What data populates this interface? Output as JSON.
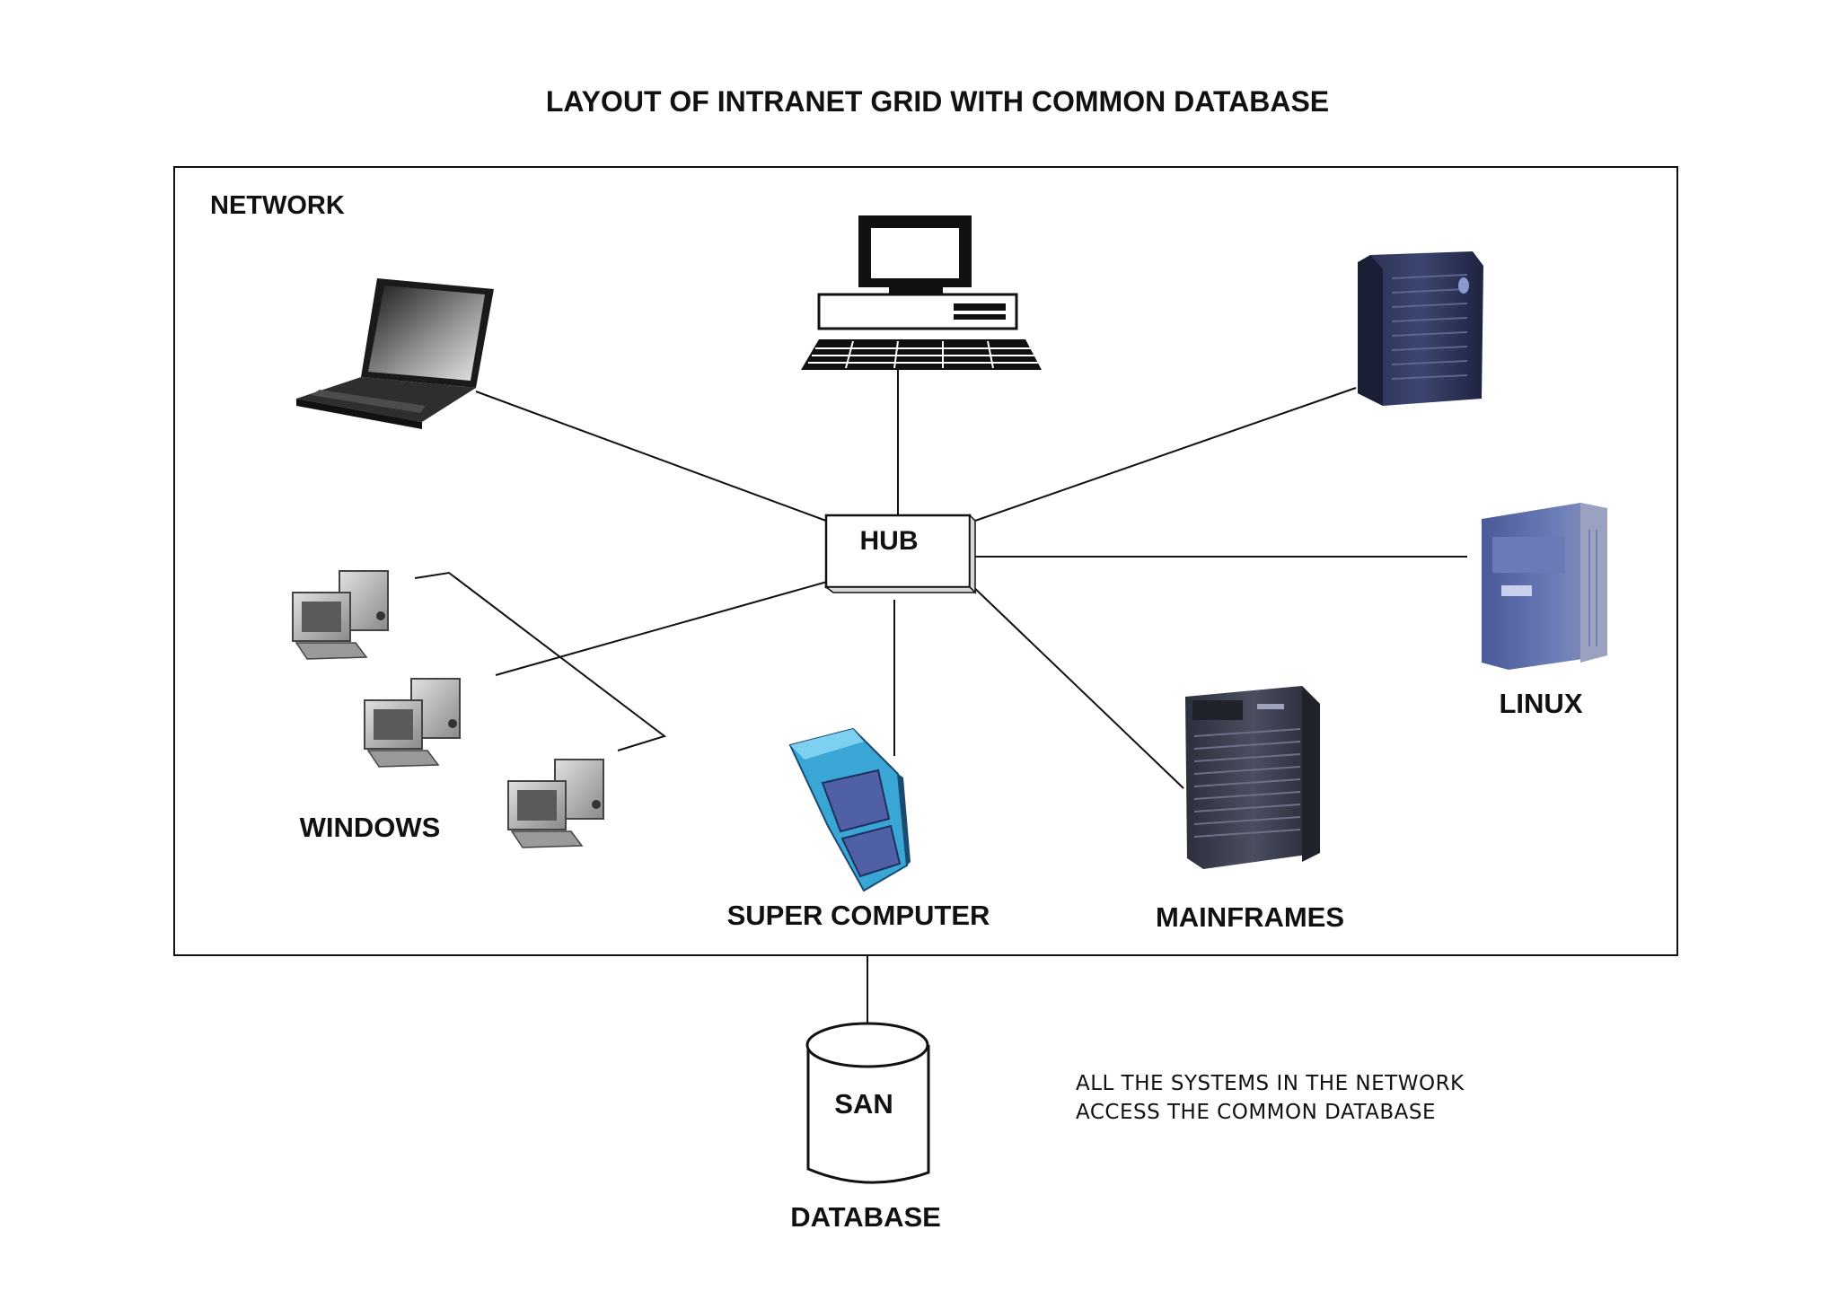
{
  "diagram": {
    "title": "LAYOUT OF INTRANET GRID WITH COMMON DATABASE",
    "network_label": "NETWORK",
    "hub_label": "HUB",
    "nodes": {
      "windows": "WINDOWS",
      "linux": "LINUX",
      "mainframes": "MAINFRAMES",
      "super_computer": "SUPER COMPUTER"
    },
    "storage": {
      "cylinder_label": "SAN",
      "caption": "DATABASE"
    },
    "note": {
      "line1": "ALL THE SYSTEMS IN THE NETWORK",
      "line2": "ACCESS THE COMMON DATABASE"
    }
  },
  "colors": {
    "line": "#111111",
    "background": "#ffffff",
    "laptop_screen": "#3a3a3a",
    "server_dark": "#2c3350",
    "linux_blue": "#5e6fa8",
    "mainframe_gray": "#3c3f4e",
    "super_cyan": "#38a8d8",
    "pc_gray": "#b8b8b8"
  },
  "icons": [
    "laptop-icon",
    "desktop-computer-icon",
    "tower-server-icon",
    "linux-server-icon",
    "mainframe-icon",
    "supercomputer-icon",
    "windows-pc-icon",
    "database-cylinder-icon",
    "hub-icon"
  ]
}
